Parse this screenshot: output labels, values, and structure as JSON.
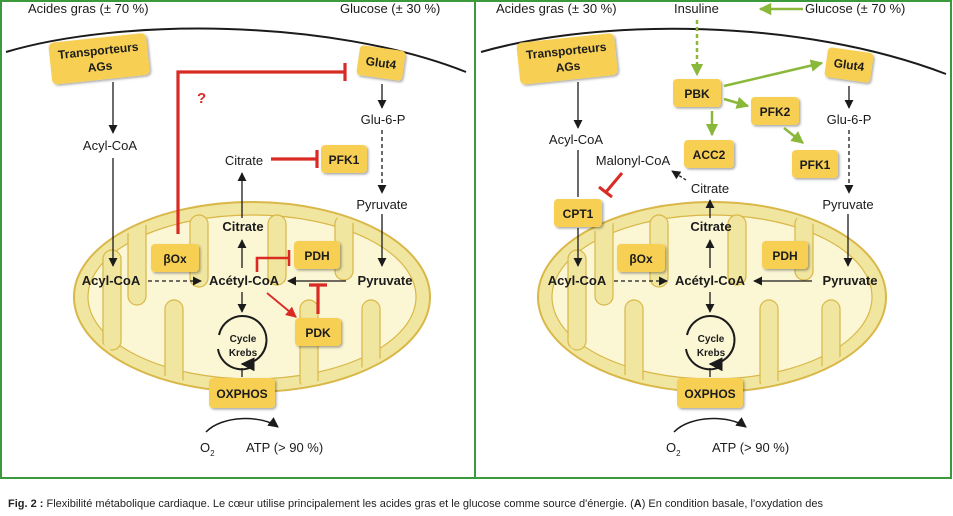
{
  "panel_a": {
    "fatty_acids": "Acides gras (± 70 %)",
    "glucose": "Glucose (± 30 %)",
    "transporters_line1": "Transporteurs",
    "transporters_line2": "AGs",
    "glut4": "Glut4",
    "question": "?",
    "glu6p": "Glu-6-P",
    "acyl_coa_cyto": "Acyl-CoA",
    "citrate_cyto": "Citrate",
    "pfk1": "PFK1",
    "pyruvate_cyto": "Pyruvate",
    "citrate_mito": "Citrate",
    "box_ox": "βOx",
    "pdh": "PDH",
    "acyl_coa_mito": "Acyl-CoA",
    "acetyl_coa": "Acétyl-CoA",
    "pyruvate_mito": "Pyruvate",
    "pdk": "PDK",
    "cycle_line1": "Cycle",
    "cycle_line2": "Krebs",
    "oxphos": "OXPHOS",
    "o2_main": "O",
    "o2_sub": "2",
    "atp": "ATP (> 90 %)"
  },
  "panel_b": {
    "fatty_acids": "Acides gras (± 30 %)",
    "insulin": "Insuline",
    "glucose": "Glucose (± 70 %)",
    "transporters_line1": "Transporteurs",
    "transporters_line2": "AGs",
    "glut4": "Glut4",
    "pbk": "PBK",
    "pfk2": "PFK2",
    "glu6p": "Glu-6-P",
    "acyl_coa_cyto": "Acyl-CoA",
    "acc2": "ACC2",
    "malonyl_coa": "Malonyl-CoA",
    "pfk1": "PFK1",
    "citrate_cyto": "Citrate",
    "cpt1": "CPT1",
    "pyruvate_cyto": "Pyruvate",
    "citrate_mito": "Citrate",
    "box_ox": "βOx",
    "pdh": "PDH",
    "acyl_coa_mito": "Acyl-CoA",
    "acetyl_coa": "Acétyl-CoA",
    "pyruvate_mito": "Pyruvate",
    "cycle_line1": "Cycle",
    "cycle_line2": "Krebs",
    "oxphos": "OXPHOS",
    "o2_main": "O",
    "o2_sub": "2",
    "atp": "ATP (> 90 %)"
  },
  "caption": {
    "label": "Fig. 2 :",
    "text_before_a": " Flexibilité métabolique cardiaque. Le cœur utilise principalement les acides gras et le glucose comme source d'énergie. (",
    "letter_a": "A",
    "text_after_a": ") En condition basale, l'oxydation des"
  },
  "colors": {
    "frame": "#3c9a3c",
    "box": "#f7d053",
    "mito_outer": "#f1e6a0",
    "mito_inner": "#fbf6d4",
    "inhibition": "#d92a24",
    "activation": "#8ab83a"
  }
}
